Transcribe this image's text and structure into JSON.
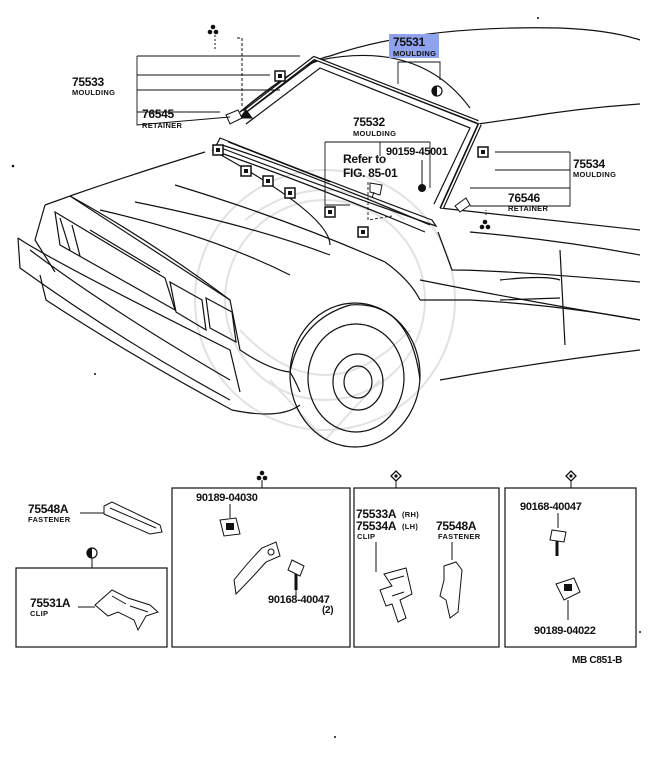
{
  "callouts": {
    "c75531": {
      "number": "75531",
      "name": "MOULDING"
    },
    "c75533": {
      "number": "75533",
      "name": "MOULDING"
    },
    "c76545": {
      "number": "76545",
      "name": "RETAINER"
    },
    "c75532": {
      "number": "75532",
      "name": "MOULDING"
    },
    "c90159": {
      "number": "90159-45001"
    },
    "refer": {
      "line1": "Refer to",
      "line2": "FIG. 85-01"
    },
    "c75534": {
      "number": "75534",
      "name": "MOULDING"
    },
    "c76546": {
      "number": "76546",
      "name": "RETAINER"
    }
  },
  "details": {
    "d75548a_top": {
      "number": "75548A",
      "name": "FASTENER"
    },
    "d75531a": {
      "number": "75531A",
      "name": "CLIP"
    },
    "box2": {
      "p1": "90189-04030",
      "p2": "90168-40047",
      "qty": "(2)"
    },
    "box3": {
      "a": "75533A",
      "a_side": "(RH)",
      "b": "75534A",
      "b_side": "(LH)",
      "name": "CLIP",
      "fast": "75548A",
      "fast_name": "FASTENER"
    },
    "box4": {
      "p1": "90168-40047",
      "p2": "90189-04022"
    }
  },
  "figure_code": "MB  C851-B",
  "colors": {
    "highlight": "#8fa2ee",
    "line": "#111111"
  }
}
